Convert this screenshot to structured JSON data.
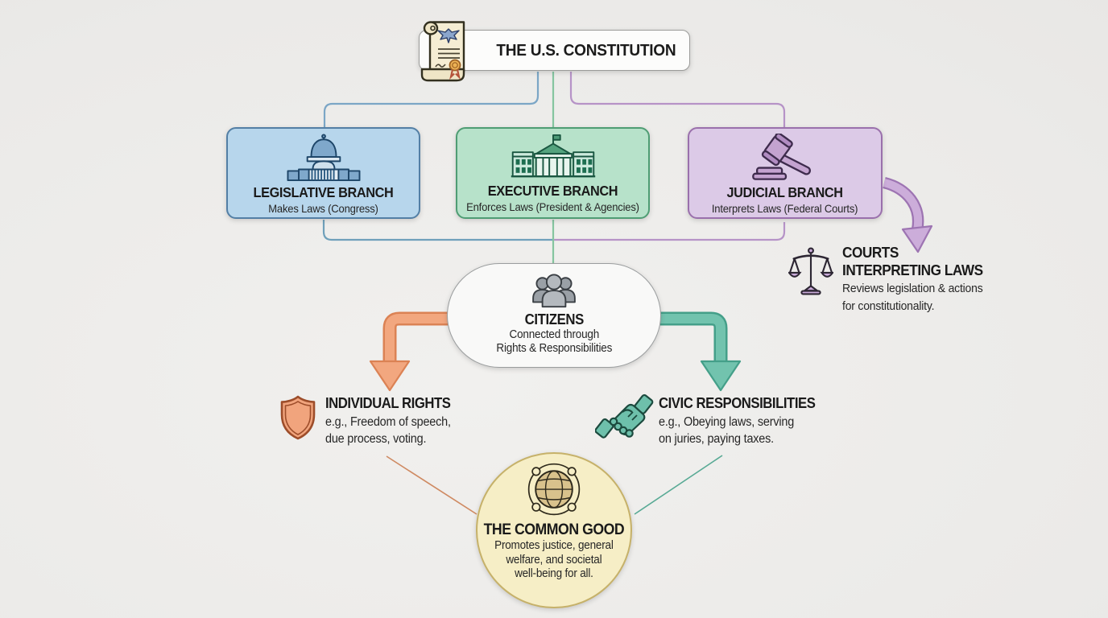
{
  "title": {
    "label": "THE U.S. CONSTITUTION",
    "icon": "constitution-scroll-icon"
  },
  "branches": [
    {
      "name": "LEGISLATIVE BRANCH",
      "desc": "Makes Laws (Congress)",
      "icon": "capitol-icon",
      "fill": "#b7d6ec",
      "border": "#537fa5"
    },
    {
      "name": "EXECUTIVE BRANCH",
      "desc": "Enforces Laws (President & Agencies)",
      "icon": "white-house-icon",
      "fill": "#b7e2ca",
      "border": "#4f9d74"
    },
    {
      "name": "JUDICIAL BRANCH",
      "desc": "Interprets Laws (Federal Courts)",
      "icon": "gavel-icon",
      "fill": "#dccae7",
      "border": "#9a70ac"
    }
  ],
  "courts_note": {
    "title_line1": "COURTS",
    "title_line2": "INTERPRETING LAWS",
    "body_line1": "Reviews legislation & actions",
    "body_line2": "for constitutionality.",
    "icon": "scales-of-justice-icon",
    "accent": "#9d74b2"
  },
  "citizens": {
    "title": "CITIZENS",
    "desc_line1": "Connected through",
    "desc_line2": "Rights & Responsibilities",
    "icon": "people-group-icon"
  },
  "rights_note": {
    "title": "INDIVIDUAL RIGHTS",
    "body_line1": "e.g., Freedom of speech,",
    "body_line2": "due process, voting.",
    "icon": "shield-icon",
    "accent": "#f2a77f"
  },
  "responsibilities_note": {
    "title": "CIVIC RESPONSIBILITIES",
    "body_line1": "e.g., Obeying laws, serving",
    "body_line2": "on juries, paying taxes.",
    "icon": "handshake-icon",
    "accent": "#72c3ae"
  },
  "common_good": {
    "title": "THE COMMON GOOD",
    "body_line1": "Promotes justice, general",
    "body_line2": "welfare, and societal",
    "body_line3": "well-being for all.",
    "icon": "globe-network-icon",
    "fill": "#f6eec6",
    "border": "#c6b169"
  },
  "connector_colors": {
    "legislative": "#7ba6c6",
    "executive": "#85c5a0",
    "judicial": "#b693c7",
    "bracket_left": "#6fa0ba",
    "rights_arrow": "#f2a77f",
    "responsibilities_arrow": "#72c3ae"
  }
}
